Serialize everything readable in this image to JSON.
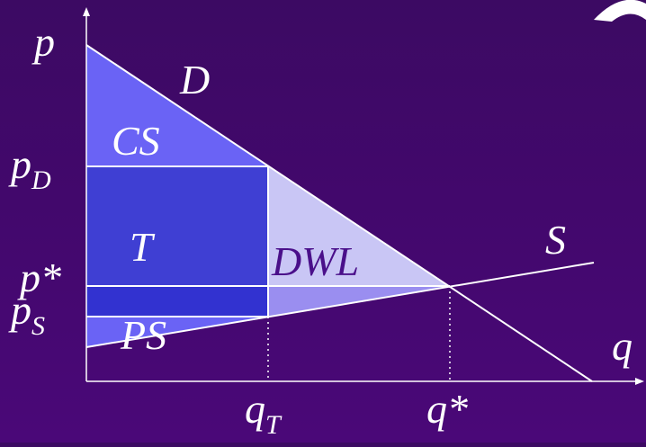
{
  "axes": {
    "y_label": "p",
    "x_label": "q"
  },
  "curves": {
    "demand_label": "D",
    "supply_label": "S"
  },
  "regions": {
    "consumer_surplus": "CS",
    "tax_revenue": "T",
    "deadweight_loss": "DWL",
    "producer_surplus": "PS"
  },
  "price_ticks": {
    "p_d": {
      "base": "p",
      "sub": "D"
    },
    "p_star": "p*",
    "p_s": {
      "base": "p",
      "sub": "S"
    }
  },
  "quantity_ticks": {
    "q_t": {
      "base": "q",
      "sub": "T"
    },
    "q_star": "q*"
  },
  "colors": {
    "background": "#42086c",
    "consumer_surplus": "#6a63f5",
    "tax_revenue": "#3f3fd3",
    "tax_revenue_lower": "#3232d0",
    "deadweight_loss_upper": "#c9c6f5",
    "deadweight_loss_lower": "#9a8ef0",
    "producer_surplus": "#6a63f5",
    "lines": "#ffffff"
  }
}
